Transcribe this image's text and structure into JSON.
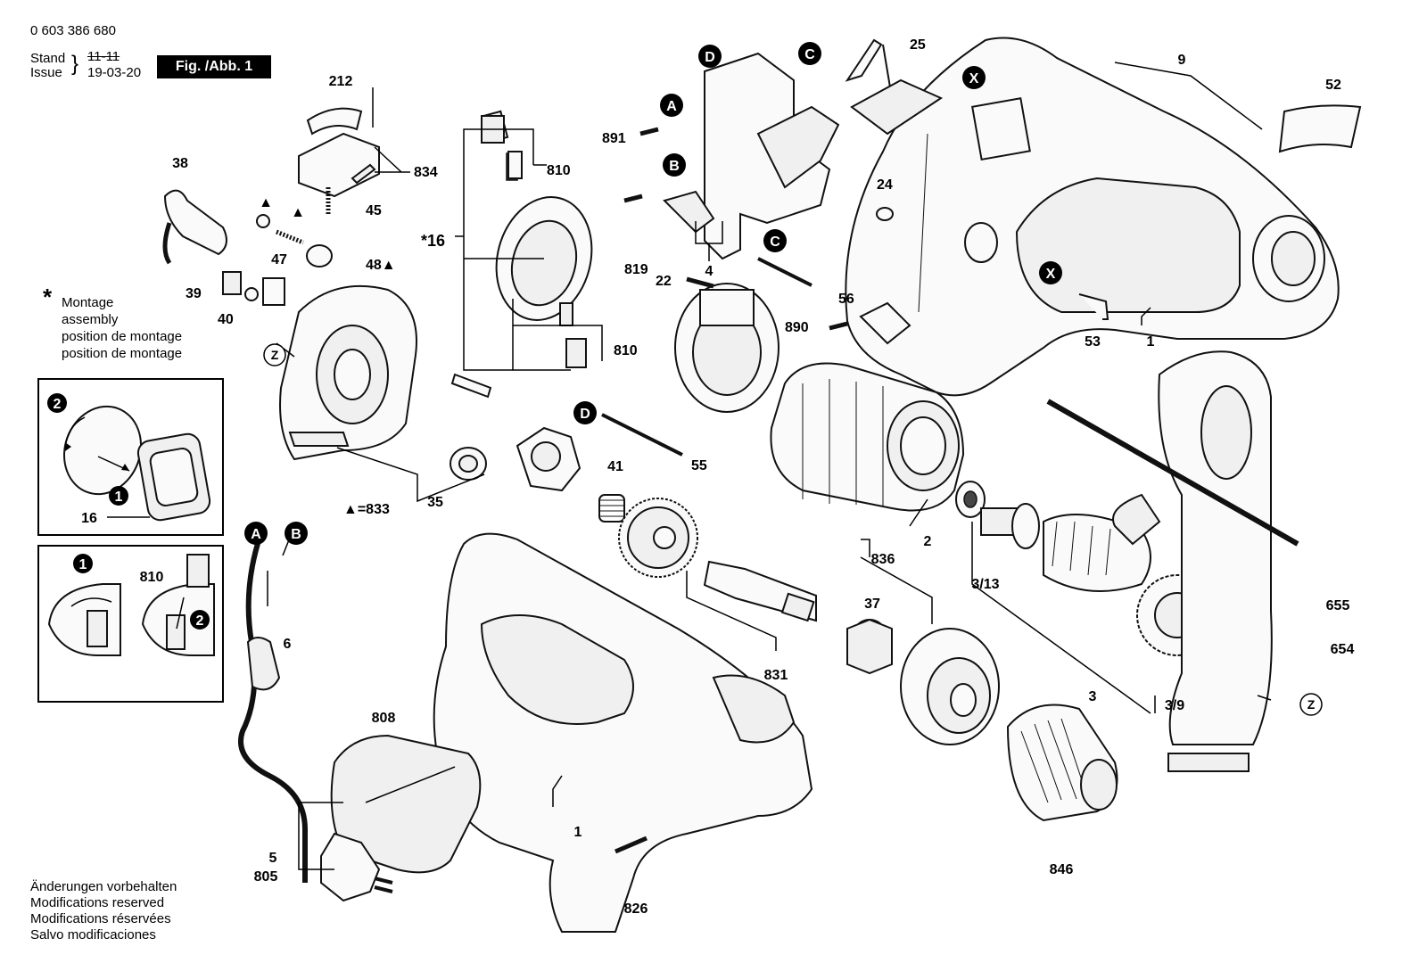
{
  "header": {
    "part_number": "0 603 386 680",
    "stand_label": "Stand",
    "issue_label": "Issue",
    "stand_value": "11-11",
    "issue_value": "19-03-20",
    "figure_label": "Fig. /Abb. 1"
  },
  "assembly_note": {
    "symbol": "*",
    "lines": [
      "Montage",
      "assembly",
      "position de montage",
      "position de montage"
    ]
  },
  "footer": {
    "lines": [
      "Änderungen vorbehalten",
      "Modifications reserved",
      "Modifications réservées",
      "Salvo modificaciones"
    ]
  },
  "part_labels": {
    "p212": "212",
    "p834": "834",
    "p45": "45",
    "p38": "38",
    "p47": "47",
    "p48": "48▲",
    "p39": "39",
    "p40": "40",
    "p16star": "*16",
    "p810a": "810",
    "p810b": "810",
    "p891": "891",
    "p819": "819",
    "p4": "4",
    "p22": "22",
    "p56": "56",
    "p890": "890",
    "p25": "25",
    "p24": "24",
    "p9": "9",
    "p52": "52",
    "p53": "53",
    "p1a": "1",
    "p41": "41",
    "p35": "35",
    "p833": "▲=833",
    "p55": "55",
    "p2": "2",
    "p313": "3/13",
    "p836": "836",
    "p37": "37",
    "p831": "831",
    "p3": "3",
    "p39b": "3/9",
    "p654": "654",
    "p655": "655",
    "p6": "6",
    "p808": "808",
    "p1b": "1",
    "p826": "826",
    "p846": "846",
    "p5": "5",
    "p805": "805",
    "inset1_16": "16",
    "inset2_810": "810"
  },
  "callouts": {
    "A": "A",
    "B": "B",
    "C": "C",
    "D": "D",
    "X": "X",
    "Z": "Z",
    "one": "1",
    "two": "2"
  },
  "triangle_markers": [
    "▲",
    "▲"
  ]
}
